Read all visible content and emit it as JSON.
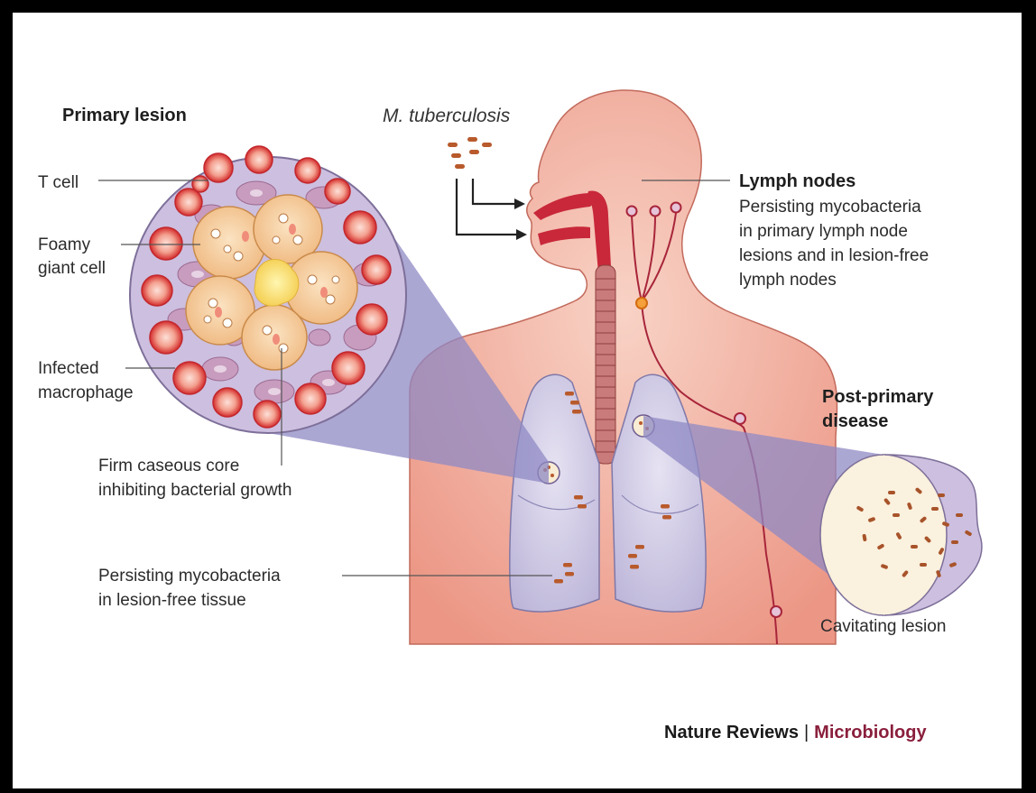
{
  "labels": {
    "primary_lesion": "Primary lesion",
    "m_tuberculosis": "M. tuberculosis",
    "t_cell": "T cell",
    "foamy_1": "Foamy",
    "foamy_2": "giant cell",
    "infected_1": "Infected",
    "infected_2": "macrophage",
    "firm_1": "Firm caseous core",
    "firm_2": "inhibiting bacterial growth",
    "persist_1": "Persisting mycobacteria",
    "persist_2": "in lesion-free tissue",
    "lymph_title": "Lymph nodes",
    "lymph_1": "Persisting mycobacteria",
    "lymph_2": "in primary lymph node",
    "lymph_3": "lesions and in lesion-free",
    "lymph_4": "lymph nodes",
    "post_1": "Post-primary",
    "post_2": "disease",
    "cavitating": "Cavitating lesion"
  },
  "brand": {
    "journal": "Nature Reviews",
    "separator": "|",
    "section": "Microbiology",
    "journal_color": "#1a1a1a",
    "section_color": "#8a1f3c"
  },
  "colors": {
    "skin": "#f0a596",
    "skin_light": "#f7cbbd",
    "airway": "#c8283a",
    "lung": "#d6d3ea",
    "cell_purple": "#cfc4e0",
    "bacteria": "#b85a2c"
  }
}
